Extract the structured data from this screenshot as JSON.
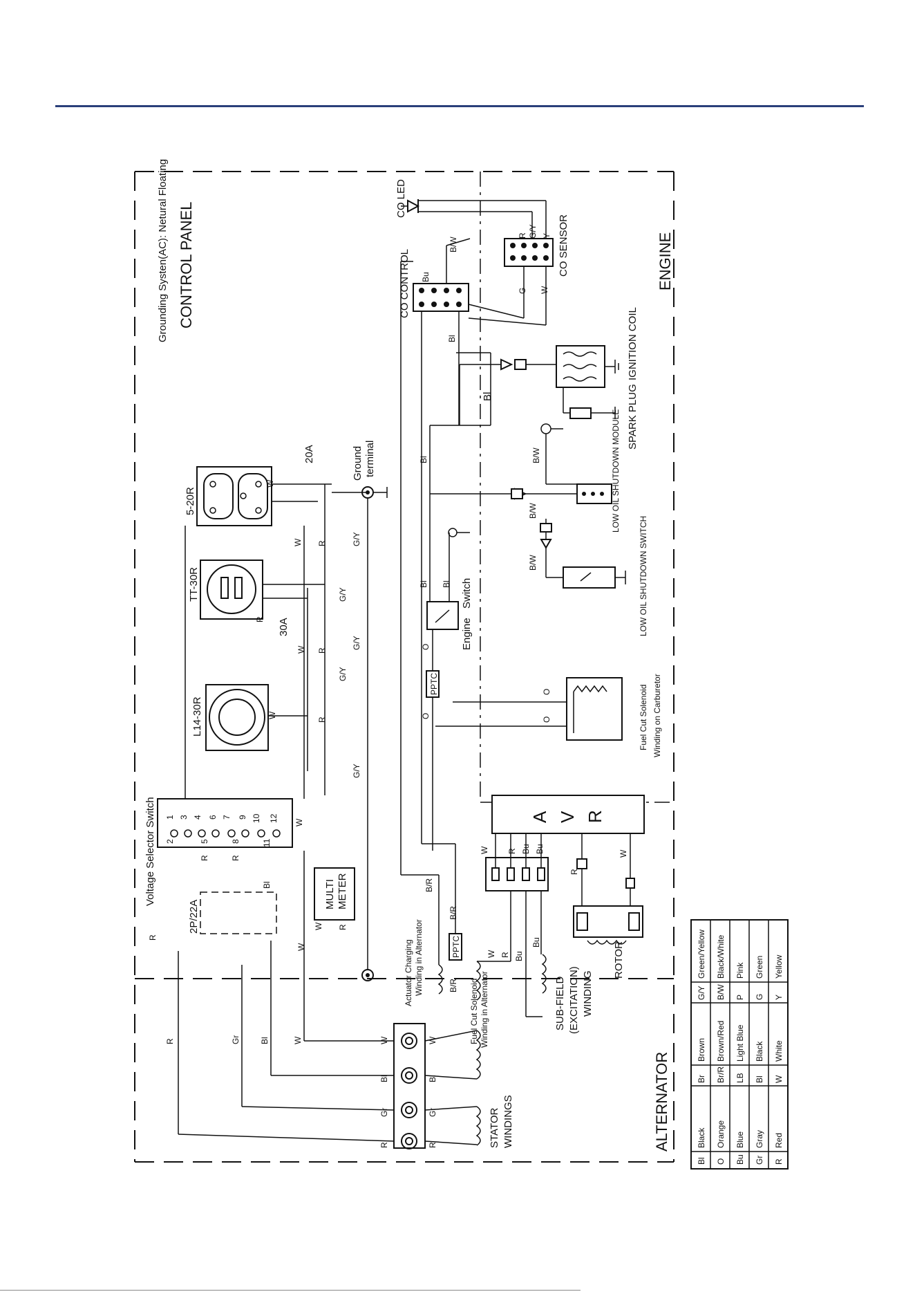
{
  "sections": {
    "control_panel": "CONTROL PANEL",
    "grounding": "Grounding Systen(AC): Netural Floating",
    "engine": "ENGINE",
    "alternator": "ALTERNATOR"
  },
  "components": {
    "co_led": "CO LED",
    "co_sensor": "CO SENSOR",
    "co_control": "CO CONTROL",
    "ignition_coil": "IGNITION COIL",
    "spark_plug": "SPARK PLUG",
    "low_oil_module": "LOW OIL SHUTDOWN MODULE",
    "low_oil_switch": "LOW OIL SHUTDOWN SWITCH",
    "fuel_cut_solenoid_1": "Fuel Cut Solenoid",
    "fuel_cut_solenoid_2": "Winding on Carburetor",
    "engine_switch_1": "Engine",
    "engine_switch_2": "Switch",
    "pptc": "PPTC",
    "avr": [
      "A",
      "V",
      "R"
    ],
    "rotor": "ROTOR",
    "subfield_1": "SUB-FIELD",
    "subfield_2": "(EXCITATION)",
    "subfield_3": "WINDING",
    "stator_1": "STATOR",
    "stator_2": "WINDINGS",
    "fcs_alt_1": "Fuel Cut Solenoid",
    "fcs_alt_2": "Winding in Alternator",
    "act_1": "Actuator Charging",
    "act_2": "Winding in Alternator",
    "multimeter_1": "MULTI",
    "multimeter_2": "METER",
    "breaker": "2P/22A",
    "vss": "Voltage Selector Switch",
    "r520": "5-20R",
    "r_tt30": "TT-30R",
    "r_l1430": "L14-30R",
    "a20": "20A",
    "a30": "30A",
    "ground_1": "Ground",
    "ground_2": "terminal"
  },
  "wire_labels": {
    "R": "R",
    "W": "W",
    "GY": "G/Y",
    "Bl": "Bl",
    "Gr": "Gr",
    "O": "O",
    "BR": "B/R",
    "BW": "B/W",
    "Bu": "Bu",
    "G": "G",
    "Y": "Y"
  },
  "vss_terminals": [
    "1",
    "2",
    "3",
    "4",
    "5",
    "6",
    "7",
    "8",
    "9",
    "10",
    "11",
    "12"
  ],
  "legend": {
    "columns": [
      [
        [
          "Bl",
          "Black"
        ],
        [
          "O",
          "Orange"
        ],
        [
          "Bu",
          "Blue"
        ],
        [
          "Gr",
          "Gray"
        ],
        [
          "R",
          "Red"
        ]
      ],
      [
        [
          "Br",
          "Brown"
        ],
        [
          "Br/R",
          "Brown/Red"
        ],
        [
          "LB",
          "Light Blue"
        ],
        [
          "Bl",
          "Black"
        ],
        [
          "W",
          "White"
        ]
      ],
      [
        [
          "G/Y",
          "Green/Yellow"
        ],
        [
          "B/W",
          "Black/White"
        ],
        [
          "P",
          "Pink"
        ],
        [
          "G",
          "Green"
        ],
        [
          "Y",
          "Yellow"
        ]
      ]
    ]
  }
}
